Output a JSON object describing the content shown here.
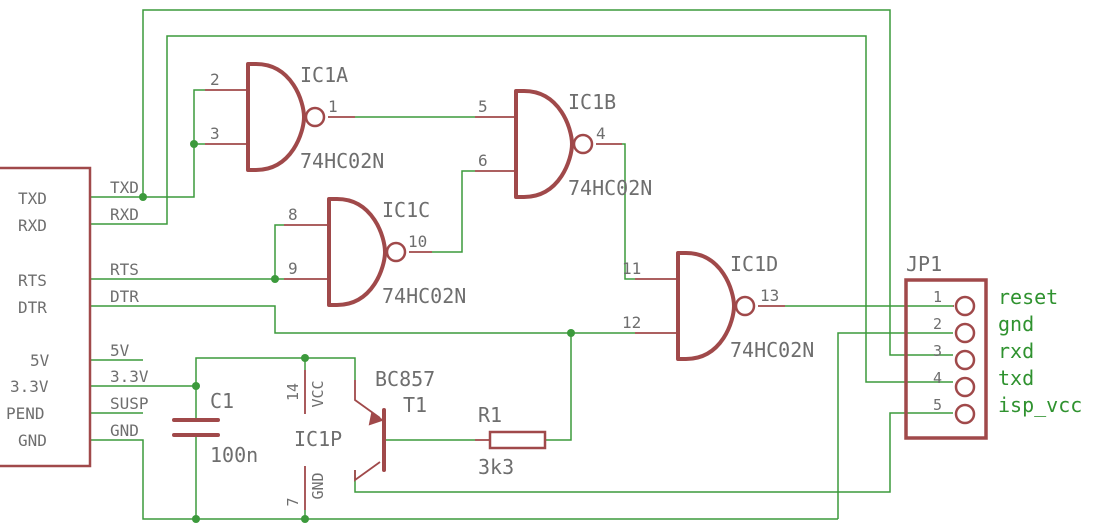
{
  "connector_left": {
    "pins": [
      "TXD",
      "RXD",
      "RTS",
      "DTR",
      "5V",
      "3.3V",
      "PEND",
      "GND"
    ]
  },
  "nets": {
    "txd": "TXD",
    "rxd": "RXD",
    "rts": "RTS",
    "dtr": "DTR",
    "v5": "5V",
    "v33": "3.3V",
    "susp": "SUSP",
    "gnd": "GND"
  },
  "gates": {
    "a": {
      "name": "IC1A",
      "value": "74HC02N",
      "in1": "2",
      "in2": "3",
      "out": "1"
    },
    "b": {
      "name": "IC1B",
      "value": "74HC02N",
      "in1": "5",
      "in2": "6",
      "out": "4"
    },
    "c": {
      "name": "IC1C",
      "value": "74HC02N",
      "in1": "8",
      "in2": "9",
      "out": "10"
    },
    "d": {
      "name": "IC1D",
      "value": "74HC02N",
      "in1": "11",
      "in2": "12",
      "out": "13"
    }
  },
  "power": {
    "name": "IC1P",
    "vcc_pin": "14",
    "vcc": "VCC",
    "gnd_pin": "7",
    "gnd": "GND"
  },
  "capacitor": {
    "name": "C1",
    "value": "100n"
  },
  "transistor": {
    "part": "BC857",
    "name": "T1"
  },
  "resistor": {
    "name": "R1",
    "value": "3k3"
  },
  "header": {
    "name": "JP1",
    "pins": [
      "1",
      "2",
      "3",
      "4",
      "5"
    ],
    "labels": [
      "reset",
      "gnd",
      "rxd",
      "txd",
      "isp_vcc"
    ]
  },
  "colors": {
    "wire": "#3c9a3c",
    "part": "#a0494a",
    "label": "#6e6e6e",
    "net": "#2f922f"
  }
}
